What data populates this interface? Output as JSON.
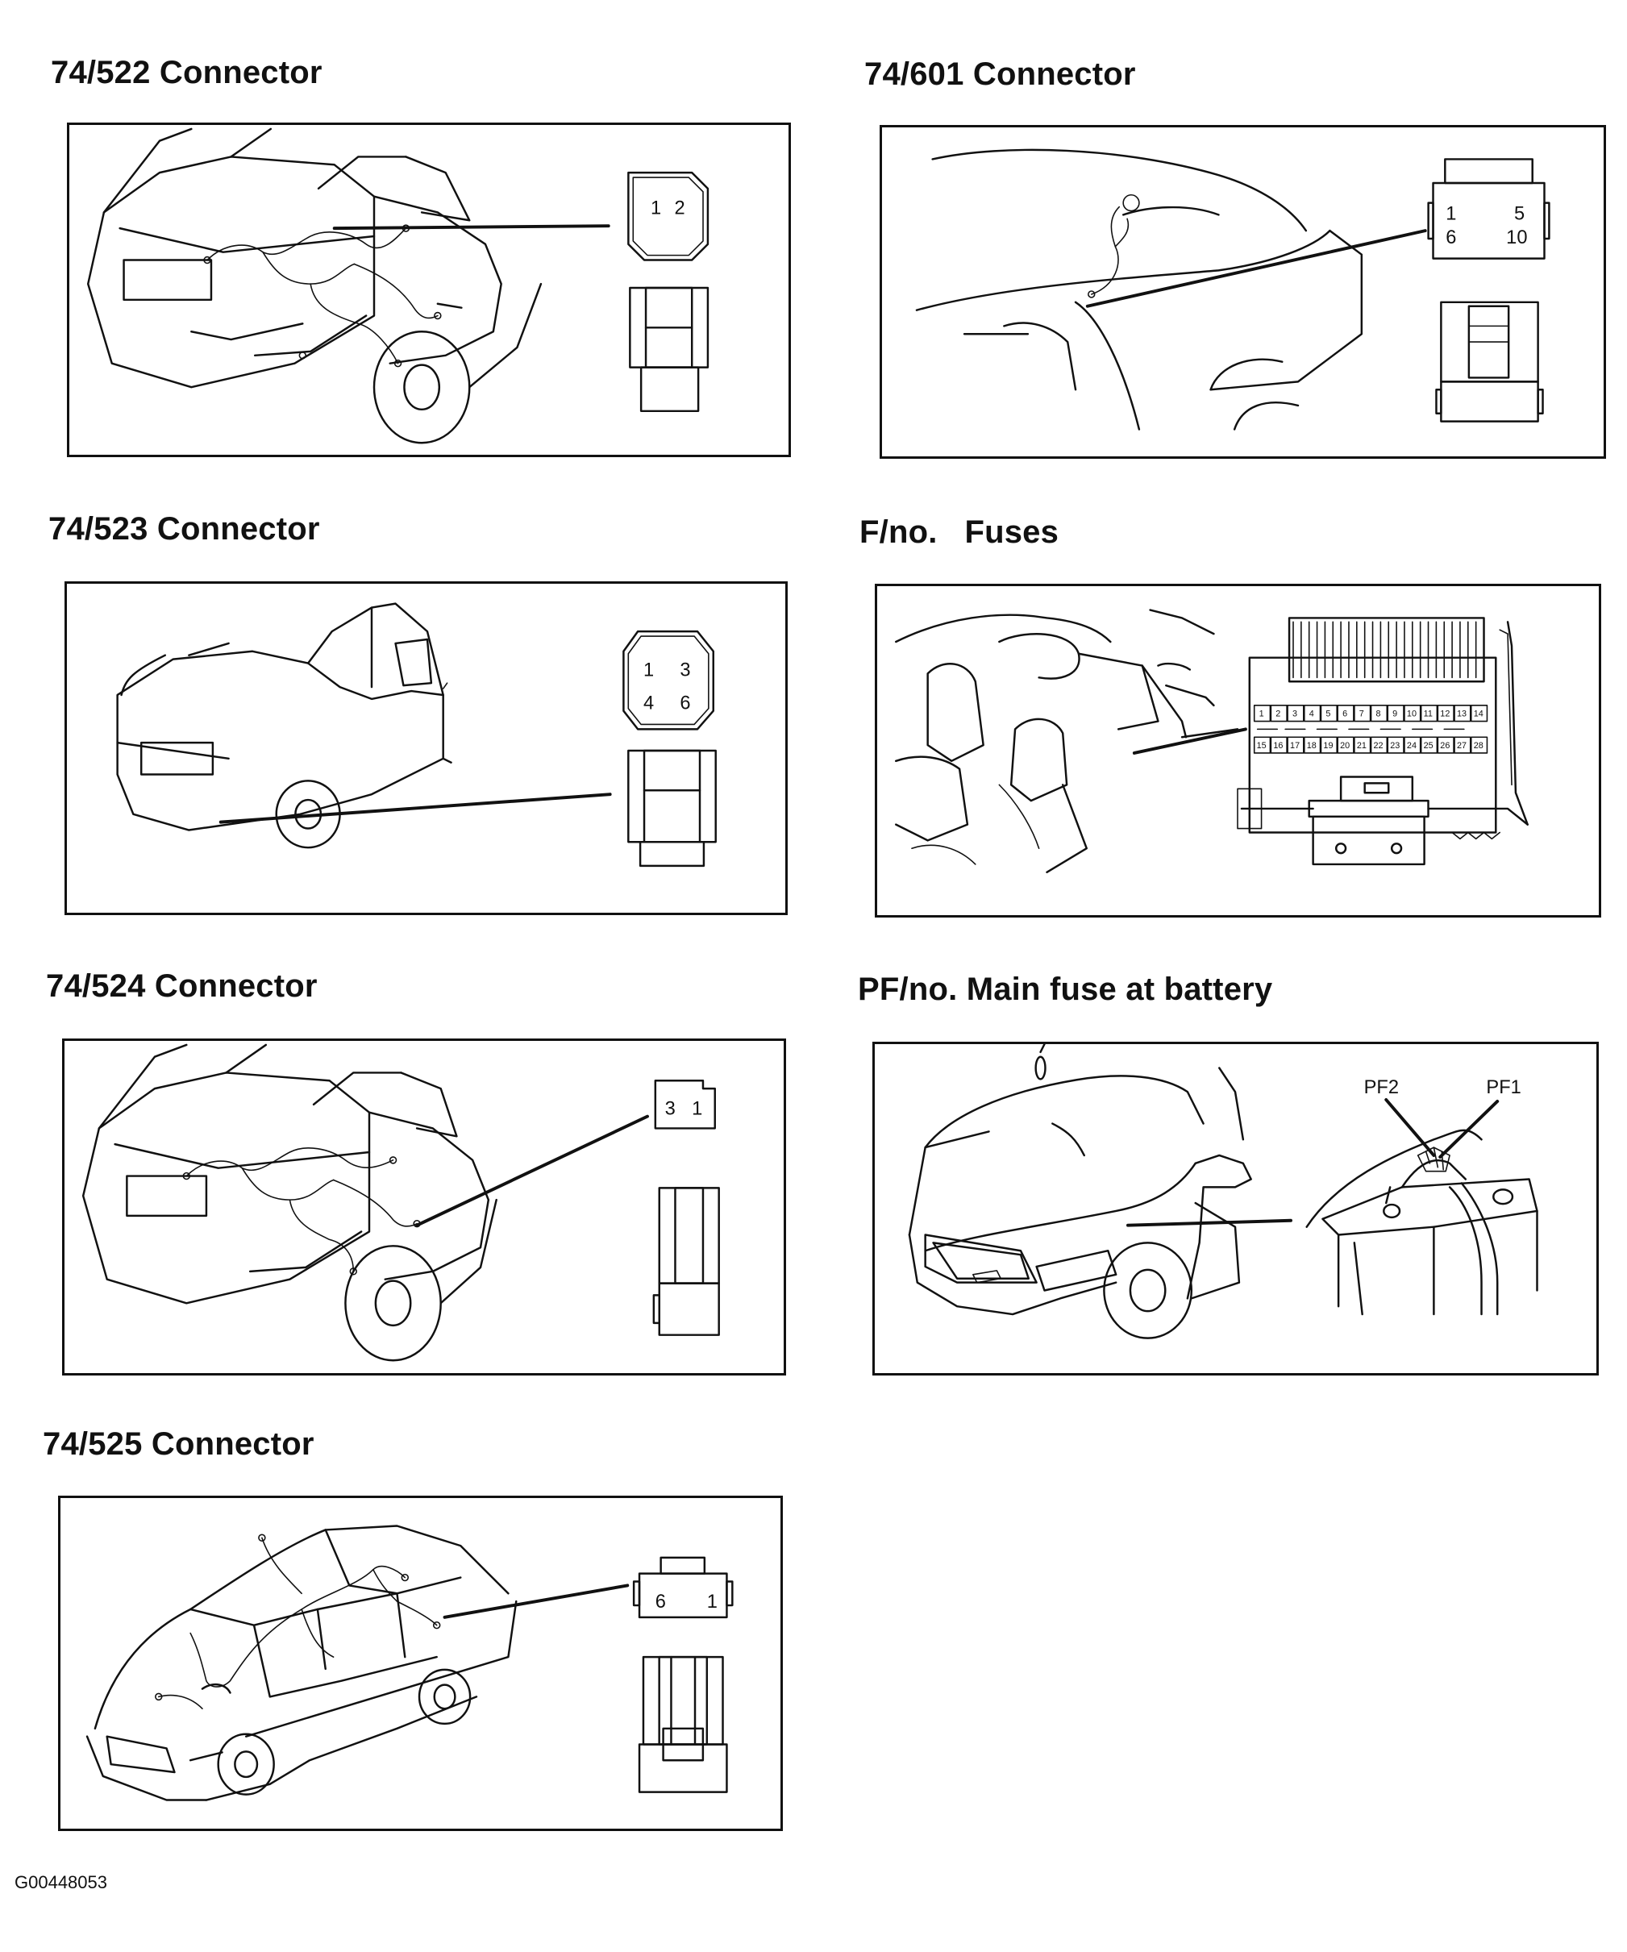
{
  "sections": [
    {
      "title": "74/522 Connector",
      "pins": [
        "1",
        "2"
      ]
    },
    {
      "title": "74/601 Connector",
      "pins": [
        "1",
        "5",
        "6",
        "10"
      ]
    },
    {
      "title": "74/523 Connector",
      "pins": [
        "1",
        "3",
        "4",
        "6"
      ]
    },
    {
      "title": "F/no.   Fuses",
      "fuses_top": [
        "1",
        "2",
        "3",
        "4",
        "5",
        "6",
        "7",
        "8",
        "9",
        "10",
        "11",
        "12",
        "13",
        "14"
      ],
      "fuses_bottom": [
        "15",
        "16",
        "17",
        "18",
        "19",
        "20",
        "21",
        "22",
        "23",
        "24",
        "25",
        "26",
        "27",
        "28"
      ]
    },
    {
      "title": "74/524 Connector",
      "pins": [
        "3",
        "1"
      ]
    },
    {
      "title": "PF/no. Main fuse at battery",
      "labels": [
        "PF2",
        "PF1"
      ]
    },
    {
      "title": "74/525 Connector",
      "pins": [
        "6",
        "1"
      ]
    }
  ],
  "figure_code": "G00448053"
}
